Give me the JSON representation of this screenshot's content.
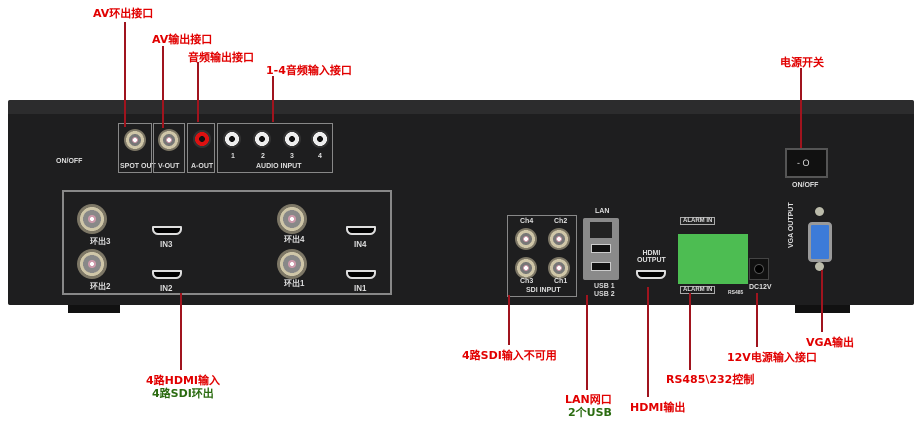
{
  "annotations": {
    "av_loop_out": "AV环出接口",
    "av_out": "AV输出接口",
    "audio_out": "音频输出接口",
    "audio_in": "1-4音频输入接口",
    "power_switch": "电源开关",
    "hdmi_in": "4路HDMI输入",
    "sdi_loop": "4路SDI环出",
    "sdi_in": "4路SDI输入不可用",
    "lan": "LAN网口",
    "usb": "2个USB",
    "hdmi_out": "HDMI输出",
    "rs485": "RS485\\232控制",
    "dc12v": "12V电源输入接口",
    "vga": "VGA输出"
  },
  "panel": {
    "on_off_left": "ON/OFF",
    "spot_out": "SPOT OUT",
    "v_out": "V-OUT",
    "a_out": "A-OUT",
    "audio_input": "AUDIO INPUT",
    "audio_nums": [
      "1",
      "2",
      "3",
      "4"
    ],
    "loop": [
      "环出3",
      "环出2",
      "环出4",
      "环出1"
    ],
    "hdmi_in": [
      "IN3",
      "IN2",
      "IN4",
      "IN1"
    ],
    "sdi_ch": [
      "Ch4",
      "Ch2",
      "Ch3",
      "Ch1"
    ],
    "sdi_input": "SDI INPUT",
    "lan": "LAN",
    "usb1": "USB 1",
    "usb2": "USB 2",
    "hdmi_output": "HDMI\nOUTPUT",
    "alarm_top": "ALARM IN",
    "alarm_bottom": "ALARM IN",
    "rs485": "RS485",
    "dc12v": "DC12V",
    "vga_output": "VGA OUTPUT",
    "switch_mark": "- O",
    "on_off_right": "ON/OFF"
  }
}
